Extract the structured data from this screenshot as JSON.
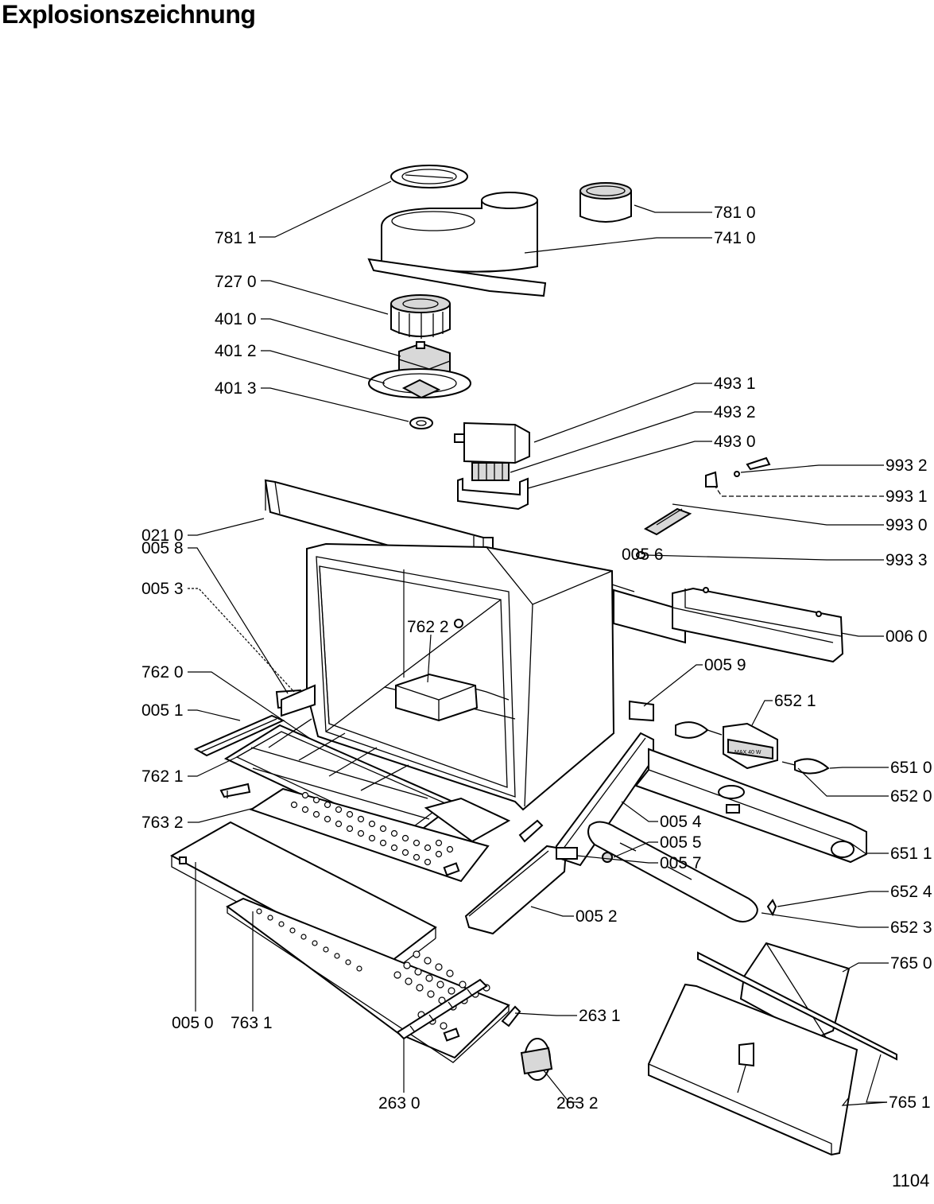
{
  "title": "Explosionszeichnung",
  "page_number": "1104",
  "labels": {
    "p7811": "781 1",
    "p7810": "781 0",
    "p7410": "741 0",
    "p7270": "727 0",
    "p4010": "401 0",
    "p4012": "401 2",
    "p4013": "401 3",
    "p4931": "493 1",
    "p4932": "493 2",
    "p4930": "493 0",
    "p9932": "993 2",
    "p9931": "993 1",
    "p9930": "993 0",
    "p9933": "993 3",
    "p0210": "021 0",
    "p0058": "005 8",
    "p0053": "005 3",
    "p0056": "005 6",
    "p7622": "762 2",
    "p0060": "006 0",
    "p7620": "762 0",
    "p0059": "005 9",
    "p0051": "005 1",
    "p6521": "652 1",
    "p7621": "762 1",
    "p6510": "651 0",
    "p6520": "652 0",
    "p7632": "763 2",
    "p0054": "005 4",
    "p0055": "005 5",
    "p0057": "005 7",
    "p6511": "651 1",
    "p6524": "652 4",
    "p0052": "005 2",
    "p6523": "652 3",
    "p7650": "765 0",
    "p0050": "005 0",
    "p7631": "763 1",
    "p2631": "263 1",
    "p2630": "263 0",
    "p2632": "263 2",
    "p7651": "765 1"
  },
  "lamp_marking": "MAX 40 W"
}
